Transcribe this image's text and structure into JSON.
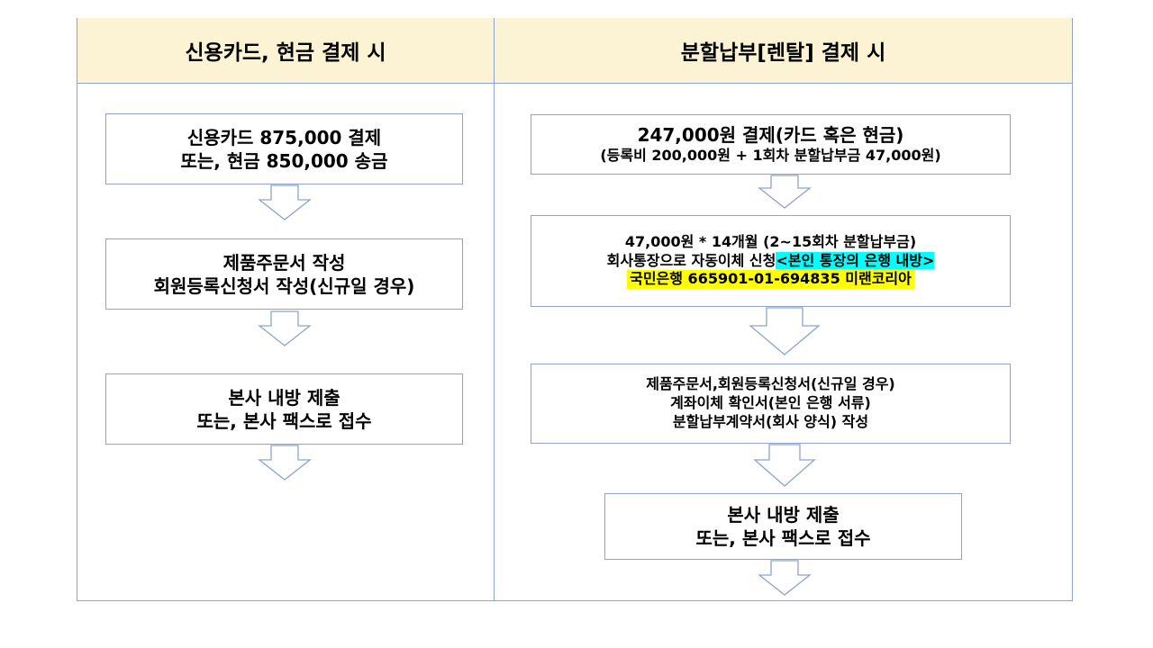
{
  "left": {
    "header": "신용카드, 현금 결제 시",
    "steps": [
      {
        "lines": [
          "신용카드 875,000 결제",
          "또는, 현금 850,000 송금"
        ]
      },
      {
        "lines": [
          "제품주문서 작성",
          "회원등록신청서 작성(신규일 경우)"
        ]
      },
      {
        "lines": [
          "본사 내방 제출",
          "또는, 본사 팩스로 접수"
        ]
      }
    ]
  },
  "right": {
    "header": "분할납부[렌탈] 결제 시",
    "steps": [
      {
        "lines": [
          "247,000원 결제(카드 혹은 현금)",
          "(등록비 200,000원 + 1회차 분할납부금 47,000원)"
        ]
      },
      {
        "line1": "47,000원 * 14개월 (2~15회차 분할납부금)",
        "line2_plain": "회사통장으로 자동이체 신청",
        "line2_highlight": "<본인 통장의 은행 내방>",
        "line3_highlight": "국민은행 665901-01-694835 미랜코리아"
      },
      {
        "lines": [
          "제품주문서,회원등록신청서(신규일 경우)",
          "계좌이체 확인서(본인 은행 서류)",
          "분할납부계약서(회사 양식) 작성"
        ]
      },
      {
        "lines": [
          "본사 내방 제출",
          "또는, 본사 팩스로 접수"
        ]
      }
    ]
  },
  "colors": {
    "header_bg": "#fcf3d5",
    "border": "#8ea3cc",
    "highlight_cyan": "#00ffff",
    "highlight_yellow": "#ffff00"
  }
}
